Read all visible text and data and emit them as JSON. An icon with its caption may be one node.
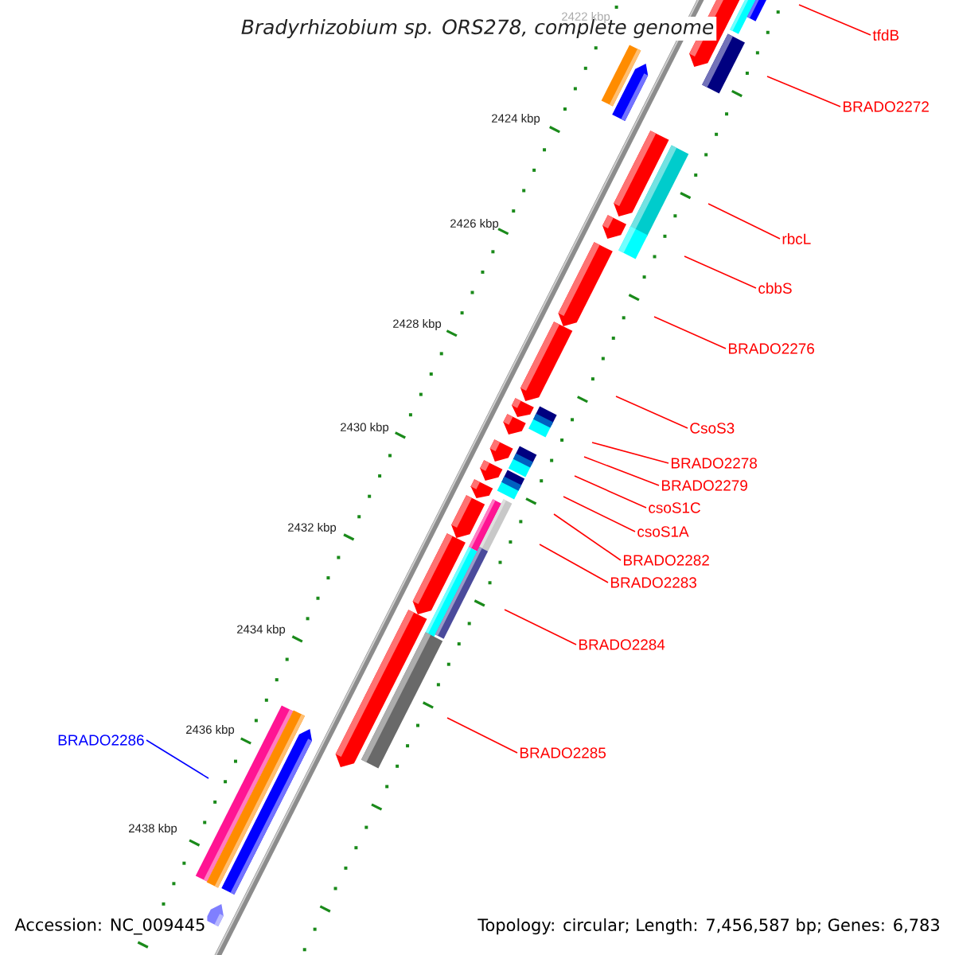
{
  "diagram": {
    "title": "Bradyrhizobium sp. ORS278, complete genome",
    "nodes": [
      {
        "text": [
          "tfdB"
        ]
      },
      {
        "text": [
          "BRADO2272"
        ]
      },
      {
        "text": [
          "rbcL"
        ]
      },
      {
        "text": [
          "cbbS"
        ]
      },
      {
        "text": [
          "BRADO2276"
        ]
      },
      {
        "text": [
          "CsoS3"
        ]
      },
      {
        "text": [
          "BRADO2278"
        ]
      },
      {
        "text": [
          "BRADO2279"
        ]
      },
      {
        "text": [
          "csoS1C"
        ]
      },
      {
        "text": [
          "csoS1A"
        ]
      },
      {
        "text": [
          "BRADO2282"
        ]
      },
      {
        "text": [
          "BRADO2283"
        ]
      },
      {
        "text": [
          "BRADO2284"
        ]
      },
      {
        "text": [
          "BRADO2285"
        ]
      },
      {
        "text": [
          "BRADO2286"
        ]
      }
    ],
    "edges": [
      {
        "from": 0,
        "to": null,
        "arrow": "none"
      },
      {
        "from": 1,
        "to": null,
        "arrow": "none"
      },
      {
        "from": 2,
        "to": null,
        "arrow": "none"
      },
      {
        "from": 3,
        "to": null,
        "arrow": "none"
      },
      {
        "from": 4,
        "to": null,
        "arrow": "none"
      },
      {
        "from": 5,
        "to": null,
        "arrow": "none"
      },
      {
        "from": 6,
        "to": null,
        "arrow": "none"
      },
      {
        "from": 7,
        "to": null,
        "arrow": "none"
      },
      {
        "from": 8,
        "to": null,
        "arrow": "none"
      },
      {
        "from": 9,
        "to": null,
        "arrow": "none"
      },
      {
        "from": 10,
        "to": null,
        "arrow": "none"
      },
      {
        "from": 11,
        "to": null,
        "arrow": "none"
      },
      {
        "from": 12,
        "to": null,
        "arrow": "none"
      },
      {
        "from": 13,
        "to": null,
        "arrow": "none"
      },
      {
        "from": 14,
        "to": null,
        "arrow": "none",
        "color": "#0000ff"
      }
    ],
    "labels": [
      "2422 kbp",
      "2424 kbp",
      "2426 kbp",
      "2428 kbp",
      "2430 kbp",
      "2432 kbp",
      "2434 kbp",
      "2436 kbp",
      "2438 kbp",
      "Accession: NC_009445",
      "Topology: circular; Length: 7,456,587 bp; Genes: 6,783"
    ]
  }
}
